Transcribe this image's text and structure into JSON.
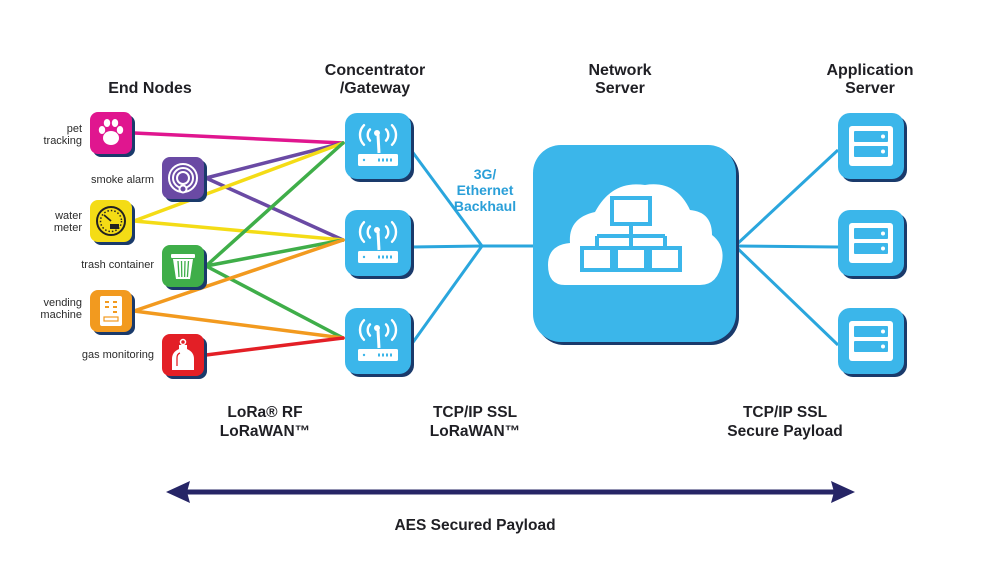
{
  "headers": {
    "end_nodes": "End Nodes",
    "gateway": "Concentrator\n/Gateway",
    "network_server": "Network\nServer",
    "application_server": "Application\nServer"
  },
  "end_nodes": [
    {
      "label": "pet\ntracking",
      "icon": "paw-icon",
      "color": "#e0168f"
    },
    {
      "label": "smoke alarm",
      "icon": "smoke-detector-icon",
      "color": "#6a4aa4"
    },
    {
      "label": "water\nmeter",
      "icon": "meter-gauge-icon",
      "color": "#f4dc16"
    },
    {
      "label": "trash container",
      "icon": "trash-can-icon",
      "color": "#3fae49"
    },
    {
      "label": "vending\nmachine",
      "icon": "vending-machine-icon",
      "color": "#f29a1f"
    },
    {
      "label": "gas monitoring",
      "icon": "gas-cylinder-icon",
      "color": "#e31f26"
    }
  ],
  "gateways": [
    {
      "icon": "wireless-router-icon"
    },
    {
      "icon": "wireless-router-icon"
    },
    {
      "icon": "wireless-router-icon"
    }
  ],
  "links": [
    {
      "from": 0,
      "to": 0
    },
    {
      "from": 1,
      "to": 0
    },
    {
      "from": 1,
      "to": 1
    },
    {
      "from": 2,
      "to": 0
    },
    {
      "from": 2,
      "to": 1
    },
    {
      "from": 3,
      "to": 0
    },
    {
      "from": 3,
      "to": 1
    },
    {
      "from": 3,
      "to": 2
    },
    {
      "from": 4,
      "to": 1
    },
    {
      "from": 4,
      "to": 2
    },
    {
      "from": 5,
      "to": 2
    }
  ],
  "backhaul_label": "3G/\nEthernet\nBackhaul",
  "network_server_icon": "cloud-network-icon",
  "app_servers": [
    {
      "icon": "server-icon"
    },
    {
      "icon": "server-icon"
    },
    {
      "icon": "server-icon"
    }
  ],
  "protocols": {
    "rf": "LoRa® RF\nLoRaWAN™",
    "backhaul": "TCP/IP SSL\nLoRaWAN™",
    "app": "TCP/IP SSL\nSecure Payload"
  },
  "security_label": "AES Secured Payload",
  "colors": {
    "tile_blue": "#3bb6ea",
    "tile_shadow": "#1a3a6b",
    "link_blue": "#2aa6dd",
    "arrow": "#262566"
  }
}
